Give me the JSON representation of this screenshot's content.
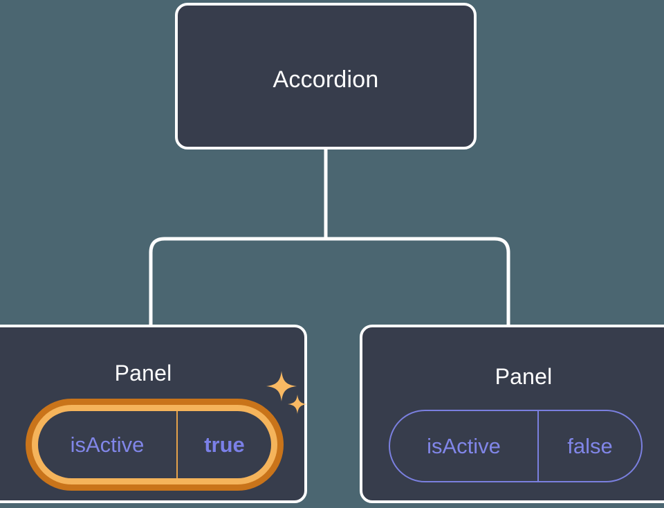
{
  "diagram": {
    "type": "component-tree",
    "background_color": "#4b6671",
    "node_fill_color": "#373d4c",
    "node_border_color": "#ffffff",
    "connector_color": "#ffffff",
    "prop_text_color": "#8186e8",
    "highlight_outer_color": "#c9741a",
    "highlight_inner_color": "#f5b45b",
    "sparkle_color": "#f9b963",
    "root": {
      "label": "Accordion"
    },
    "children": [
      {
        "label": "Panel",
        "highlighted": true,
        "prop": {
          "key": "isActive",
          "value": "true"
        },
        "sparkles": [
          "sparkle-large",
          "sparkle-small"
        ]
      },
      {
        "label": "Panel",
        "highlighted": false,
        "prop": {
          "key": "isActive",
          "value": "false"
        }
      }
    ]
  }
}
